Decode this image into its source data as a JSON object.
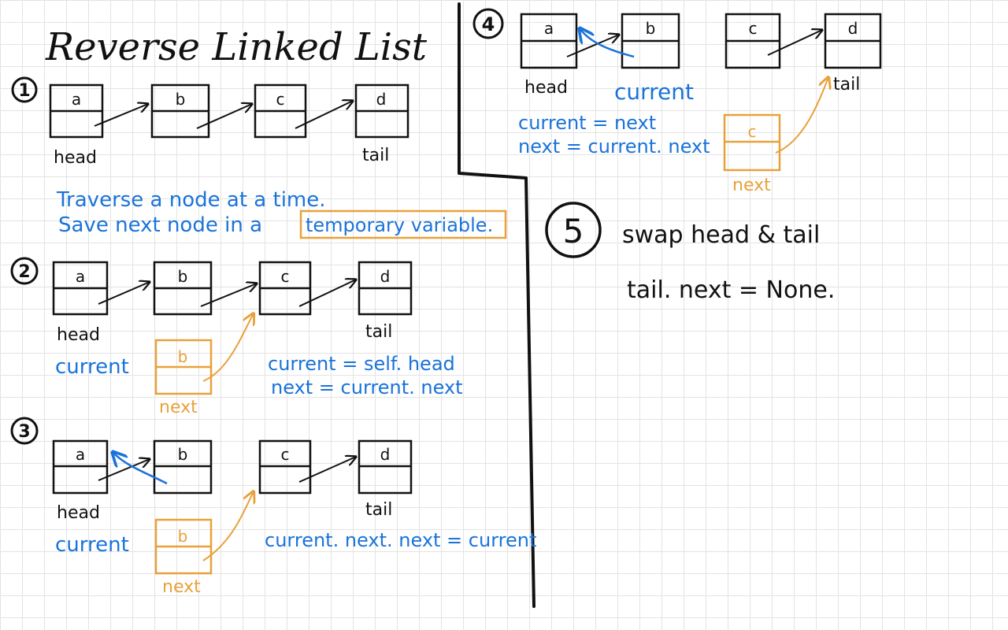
{
  "title": "Reverse Linked List",
  "colors": {
    "ink": "#111111",
    "blue": "#1a73d9",
    "orange": "#e8a13a",
    "grid": "#e3e3e3"
  },
  "steps": {
    "s1": {
      "number": "1",
      "nodes": [
        "a",
        "b",
        "c",
        "d"
      ],
      "head_label": "head",
      "tail_label": "tail"
    },
    "note": {
      "line1": "Traverse a node at a time.",
      "line2_prefix": "Save next node in a",
      "line2_boxed": "temporary variable."
    },
    "s2": {
      "number": "2",
      "nodes": [
        "a",
        "b",
        "c",
        "d"
      ],
      "head_label": "head",
      "tail_label": "tail",
      "current_label": "current",
      "temp_node": "b",
      "temp_label": "next",
      "code1": "current = self. head",
      "code2": "next = current. next"
    },
    "s3": {
      "number": "3",
      "nodes": [
        "a",
        "b",
        "c",
        "d"
      ],
      "head_label": "head",
      "tail_label": "tail",
      "current_label": "current",
      "temp_node": "b",
      "temp_label": "next",
      "code1": "current. next. next = current"
    },
    "s4": {
      "number": "4",
      "nodes": [
        "a",
        "b",
        "c",
        "d"
      ],
      "head_label": "head",
      "tail_label": "tail",
      "current_label": "current",
      "temp_node": "c",
      "temp_label": "next",
      "code1": "current = next",
      "code2": "next = current. next"
    },
    "s5": {
      "number": "5",
      "line1": "swap head & tail",
      "line2": "tail. next = None."
    }
  }
}
